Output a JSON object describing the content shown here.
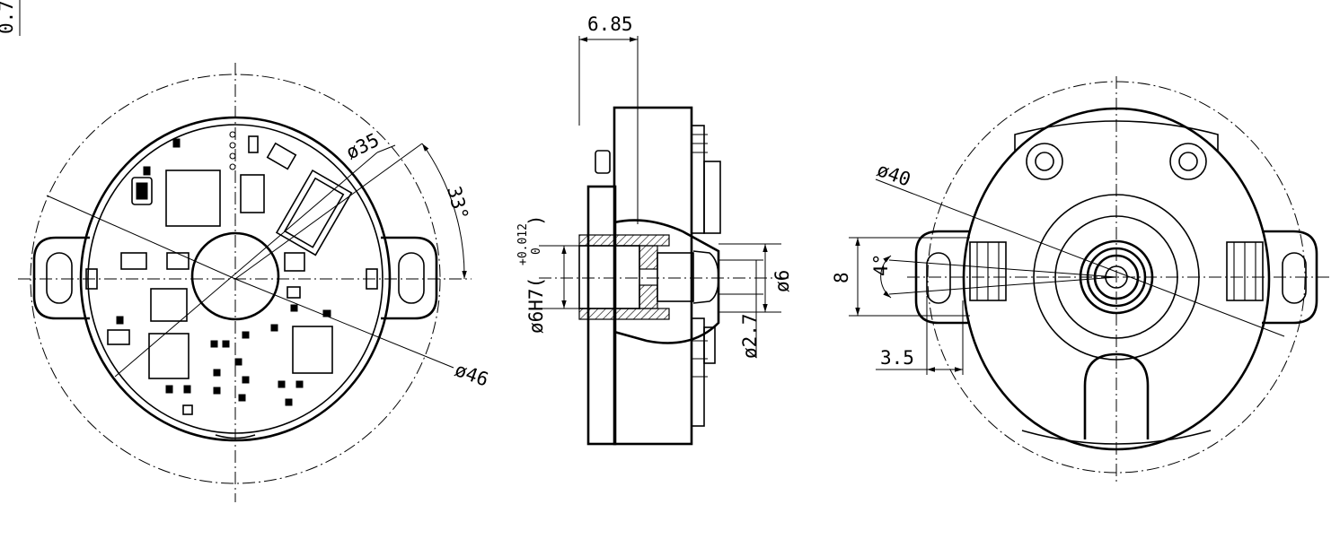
{
  "dimensions": {
    "corner_partial": "0.7",
    "left_dia_35": "ø35",
    "left_angle_33": "33°",
    "left_dia_46": "ø46",
    "side_width": "6.85",
    "side_bore": "ø6H7(",
    "side_tol_upper": "+0.012",
    "side_tol_lower": "0",
    "side_tol_close": ")",
    "side_shaft": "ø6",
    "side_flat": "ø2.7",
    "right_dia_40": "ø40",
    "right_height_8": "8",
    "right_angle_4": "4°",
    "right_offset": "3.5"
  }
}
